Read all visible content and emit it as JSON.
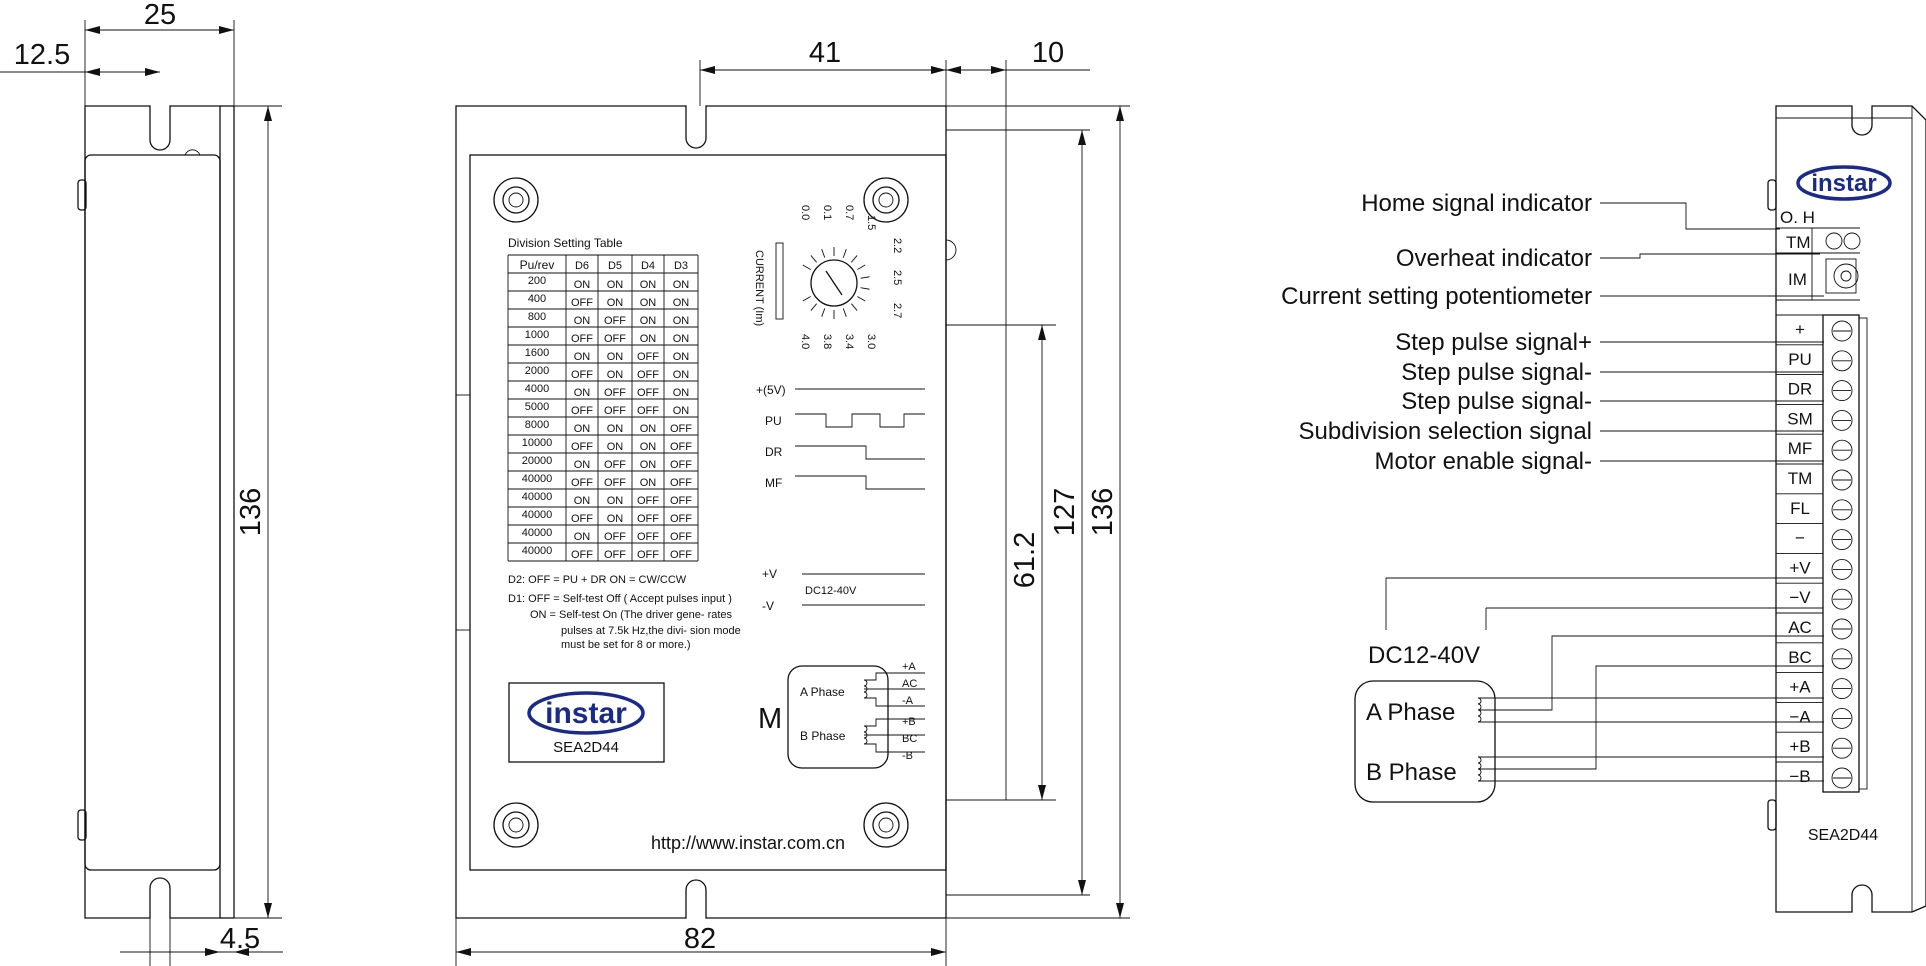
{
  "dimensions": {
    "side_width": "25",
    "side_offset": "12.5",
    "side_height": "136",
    "side_bottom": "4.5",
    "front_top_a": "41",
    "front_top_b": "10",
    "front_width": "82",
    "front_h1": "61.2",
    "front_h2": "127",
    "front_h3": "136"
  },
  "table": {
    "title": "Division Setting Table",
    "headers": [
      "Pu/rev",
      "D6",
      "D5",
      "D4",
      "D3"
    ],
    "rows": [
      [
        "200",
        "ON",
        "ON",
        "ON",
        "ON"
      ],
      [
        "400",
        "OFF",
        "ON",
        "ON",
        "ON"
      ],
      [
        "800",
        "ON",
        "OFF",
        "ON",
        "ON"
      ],
      [
        "1000",
        "OFF",
        "OFF",
        "ON",
        "ON"
      ],
      [
        "1600",
        "ON",
        "ON",
        "OFF",
        "ON"
      ],
      [
        "2000",
        "OFF",
        "ON",
        "OFF",
        "ON"
      ],
      [
        "4000",
        "ON",
        "OFF",
        "OFF",
        "ON"
      ],
      [
        "5000",
        "OFF",
        "OFF",
        "OFF",
        "ON"
      ],
      [
        "8000",
        "ON",
        "ON",
        "ON",
        "OFF"
      ],
      [
        "10000",
        "OFF",
        "ON",
        "ON",
        "OFF"
      ],
      [
        "20000",
        "ON",
        "OFF",
        "ON",
        "OFF"
      ],
      [
        "40000",
        "OFF",
        "OFF",
        "ON",
        "OFF"
      ],
      [
        "40000",
        "ON",
        "ON",
        "OFF",
        "OFF"
      ],
      [
        "40000",
        "OFF",
        "ON",
        "OFF",
        "OFF"
      ],
      [
        "40000",
        "ON",
        "OFF",
        "OFF",
        "OFF"
      ],
      [
        "40000",
        "OFF",
        "OFF",
        "OFF",
        "OFF"
      ]
    ]
  },
  "notes": {
    "d2": "D2: OFF = PU + DR    ON  = CW/CCW",
    "d1_a": "D1: OFF = Self-test Off ( Accept pulses input )",
    "d1_b": "ON  = Self-test On (The driver gene- rates",
    "d1_c": "pulses at 7.5k Hz,the divi- sion mode",
    "d1_d": "must be set for 8 or more.)"
  },
  "dial": {
    "label": "CURRENT (Im)",
    "top": [
      "0.0",
      "0.1",
      "0.7",
      "1.5"
    ],
    "right": [
      "2.2",
      "2.5",
      "2.7"
    ],
    "bottom": [
      "4.0",
      "3.8",
      "3.4",
      "3.0"
    ]
  },
  "signals": {
    "v5": "+(5V)",
    "pu": "PU",
    "dr": "DR",
    "mf": "MF",
    "pv": "+V",
    "nv": "-V",
    "dc": "DC12-40V"
  },
  "motor": {
    "m": "M",
    "a_phase": "A  Phase",
    "b_phase": "B  Phase",
    "pa": "+A",
    "ac": "AC",
    "na": "-A",
    "pb": "+B",
    "bc": "BC",
    "nb": "-B"
  },
  "brand": {
    "logo": "instar",
    "model": "SEA2D44",
    "url": "http://www.instar.com.cn",
    "logo_color": "#1a2a8a"
  },
  "right_view": {
    "indicators": [
      "O. H",
      "TM",
      "IM"
    ],
    "terminals": [
      "+",
      "PU",
      "DR",
      "SM",
      "MF",
      "TM",
      "FL",
      "−",
      "+V",
      "−V",
      "AC",
      "BC",
      "+A",
      "−A",
      "+B",
      "−B"
    ],
    "labels": [
      "Home signal indicator",
      "Overheat indicator",
      "Current setting potentiometer",
      "Step pulse signal+",
      "Step pulse signal-",
      "Step pulse signal-",
      "Subdivision selection signal",
      "Motor enable signal-"
    ],
    "power": "DC12-40V",
    "a_phase": "A Phase",
    "b_phase": "B Phase",
    "model": "SEA2D44"
  }
}
